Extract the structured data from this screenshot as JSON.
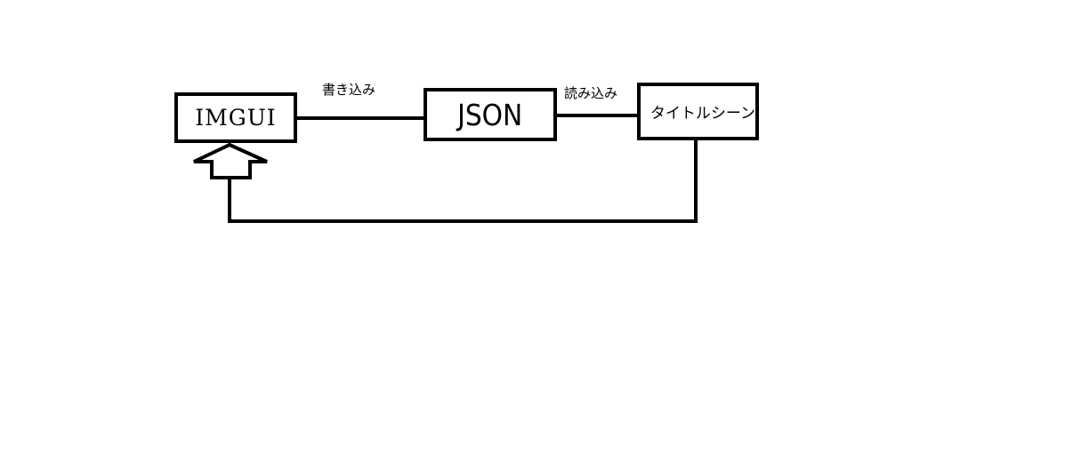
{
  "diagram": {
    "nodes": {
      "imgui": "IMGUI",
      "json": "JSON",
      "title_scene": "タイトルシーン"
    },
    "edges": {
      "write": "書き込み",
      "read": "読み込み"
    }
  },
  "colors": {
    "line": "#000000",
    "background": "#ffffff"
  }
}
